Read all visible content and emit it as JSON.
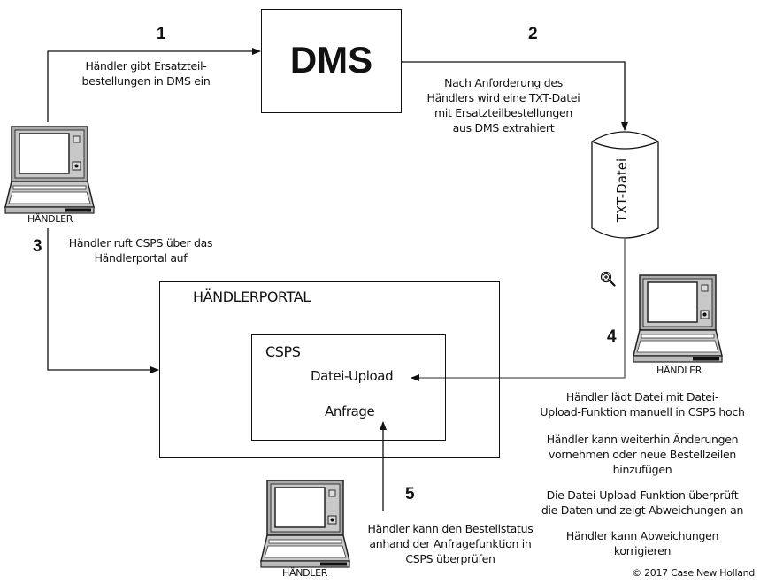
{
  "diagram": {
    "type": "process-flow",
    "nodes": {
      "dms": {
        "label": "DMS"
      },
      "txt_file": {
        "label": "TXT-Datei",
        "shape": "cylinder"
      },
      "portal": {
        "label": "HÄNDLERPORTAL"
      },
      "csps": {
        "label": "CSPS",
        "functions": [
          "Datei-Upload",
          "Anfrage"
        ]
      },
      "dealers": [
        {
          "label": "HÄNDLER",
          "position": "top-left"
        },
        {
          "label": "HÄNDLER",
          "position": "right"
        },
        {
          "label": "HÄNDLER",
          "position": "bottom"
        }
      ]
    },
    "steps": [
      {
        "number": "1",
        "lines": [
          "Händler gibt Ersatzteil-",
          "bestellungen in DMS ein"
        ]
      },
      {
        "number": "2",
        "lines": [
          "Nach Anforderung des",
          "Händlers wird eine TXT-Datei",
          "mit Ersatzteilbestellungen",
          "aus DMS extrahiert"
        ]
      },
      {
        "number": "3",
        "lines": [
          "Händler ruft CSPS über das",
          "Händlerportal auf"
        ]
      },
      {
        "number": "4",
        "notes": [
          [
            "Händler lädt Datei mit Datei-",
            "Upload-Funktion manuell in CSPS hoch"
          ],
          [
            "Händler kann weiterhin Änderungen",
            "vornehmen oder neue Bestellzeilen",
            "hinzufügen"
          ],
          [
            "Die Datei-Upload-Funktion überprüft",
            "die Daten und zeigt Abweichungen an"
          ],
          [
            "Händler kann Abweichungen",
            "korrigieren"
          ]
        ]
      },
      {
        "number": "5",
        "lines": [
          "Händler kann den Bestellstatus",
          "anhand der Anfragefunktion in",
          "CSPS überprüfen"
        ]
      }
    ],
    "edges": [
      {
        "from": "dealer-top-left",
        "to": "dms",
        "step": "1"
      },
      {
        "from": "dms",
        "to": "txt_file",
        "step": "2"
      },
      {
        "from": "dealer-top-left",
        "to": "portal",
        "step": "3"
      },
      {
        "from": "txt_file",
        "to": "csps.Datei-Upload",
        "step": "4"
      },
      {
        "from": "dealer-bottom",
        "to": "csps.Anfrage",
        "step": "5"
      }
    ],
    "icons": {
      "zoom": "zoom-in-icon"
    },
    "copyright": "© 2017 Case New Holland"
  }
}
